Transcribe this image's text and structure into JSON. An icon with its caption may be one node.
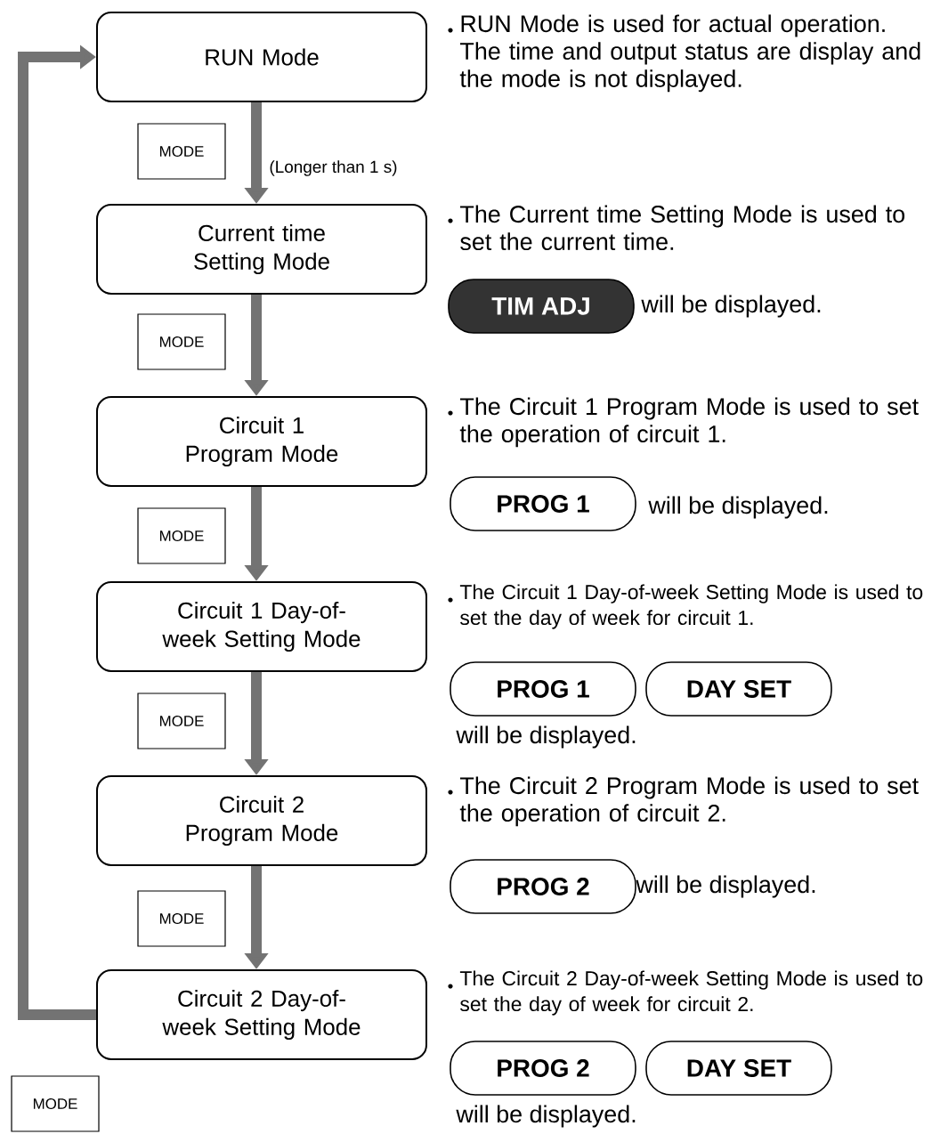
{
  "diagram": {
    "nodes": [
      {
        "text": [
          "RUN Mode"
        ],
        "beside": [
          "RUN Mode is used for actual operation. The time and output status are display and the mode is not displayed."
        ]
      },
      {
        "text": [
          "Current time Setting Mode"
        ],
        "beside": [
          "The Current time Setting Mode is used to set the current time."
        ]
      },
      {
        "text": [
          "Circuit 1 Program Mode"
        ],
        "beside": [
          "The Circuit 1 Program Mode is used to set the operation of circuit 1."
        ]
      },
      {
        "text": [
          "Circuit 1 Day-of-week Setting Mode"
        ],
        "beside": [
          "The Circuit 1 Day-of-week Setting Mode is used to set the day of week for circuit 1."
        ]
      },
      {
        "text": [
          "Circuit 2 Program Mode"
        ],
        "beside": [
          "The Circuit 2 Program Mode is used to set the operation of circuit 2."
        ]
      },
      {
        "text": [
          "Circuit 2 Day-of-week Setting Mode"
        ],
        "beside": [
          "The Circuit 2 Day-of-week Setting Mode is used to set the day of week for circuit 2."
        ]
      },
      {
        "text": [
          "MODE"
        ]
      },
      {
        "text": [
          "MODE"
        ]
      },
      {
        "text": [
          "MODE"
        ]
      },
      {
        "text": [
          "MODE"
        ]
      },
      {
        "text": [
          "MODE"
        ]
      },
      {
        "text": [
          "MODE"
        ]
      },
      {
        "text": [
          "TIM ADJ"
        ]
      },
      {
        "text": [
          "PROG 1"
        ]
      },
      {
        "text": [
          "PROG 1"
        ]
      },
      {
        "text": [
          "DAY SET"
        ]
      },
      {
        "text": [
          "PROG 2"
        ]
      },
      {
        "text": [
          "PROG 2"
        ]
      },
      {
        "text": [
          "DAY SET"
        ]
      }
    ],
    "edges": [
      {
        "from": 0,
        "to": 1,
        "arrow": "to",
        "label": "(Longer than 1 s)"
      },
      {
        "from": 1,
        "to": 2,
        "arrow": "to"
      },
      {
        "from": 2,
        "to": 3,
        "arrow": "to"
      },
      {
        "from": 3,
        "to": 4,
        "arrow": "to"
      },
      {
        "from": 4,
        "to": 5,
        "arrow": "to"
      },
      {
        "from": 5,
        "to": 0,
        "arrow": "to"
      }
    ],
    "labels": [
      "will be displayed.",
      "will be displayed.",
      "will be displayed.",
      "will be displayed.",
      "will be displayed."
    ]
  }
}
